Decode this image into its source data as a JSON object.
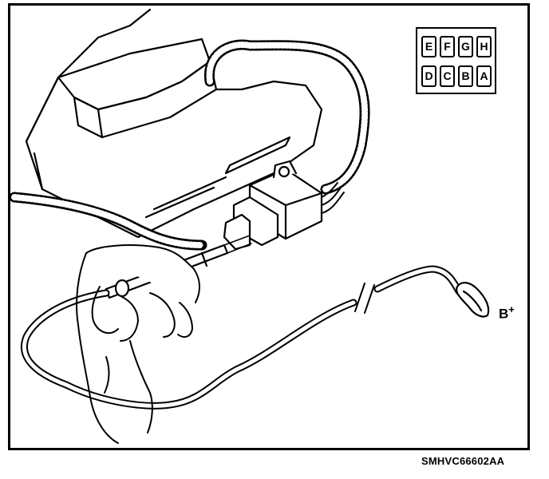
{
  "connector_key": {
    "top_row": [
      "E",
      "F",
      "G",
      "H"
    ],
    "bottom_row": [
      "D",
      "C",
      "B",
      "A"
    ]
  },
  "terminal_label": {
    "text": "B",
    "superscript": "+"
  },
  "figure_code": "SMHVC66602AA",
  "colors": {
    "line": "#000000",
    "background": "#ffffff"
  }
}
